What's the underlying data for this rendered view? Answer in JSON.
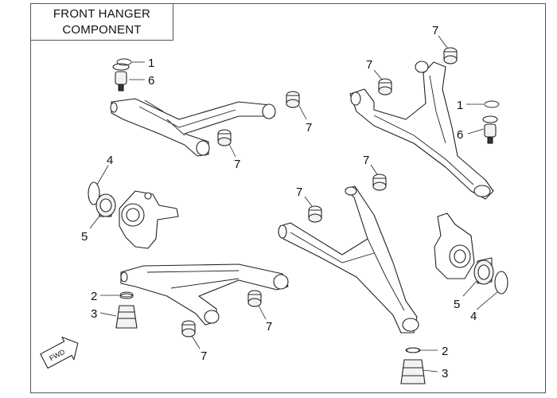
{
  "title": {
    "line1": "FRONT HANGER",
    "line2": "COMPONENT"
  },
  "fwd_badge": "FWD",
  "callouts": {
    "c1a": "1",
    "c6a": "6",
    "c7a": "7",
    "c7b": "7",
    "c7c": "7",
    "c7d": "7",
    "c1b": "1",
    "c6b": "6",
    "c4a": "4",
    "c5a": "5",
    "c7e": "7",
    "c7f": "7",
    "c2a": "2",
    "c3a": "3",
    "c7g": "7",
    "c7h": "7",
    "c5b": "5",
    "c4b": "4",
    "c2b": "2",
    "c3b": "3"
  }
}
